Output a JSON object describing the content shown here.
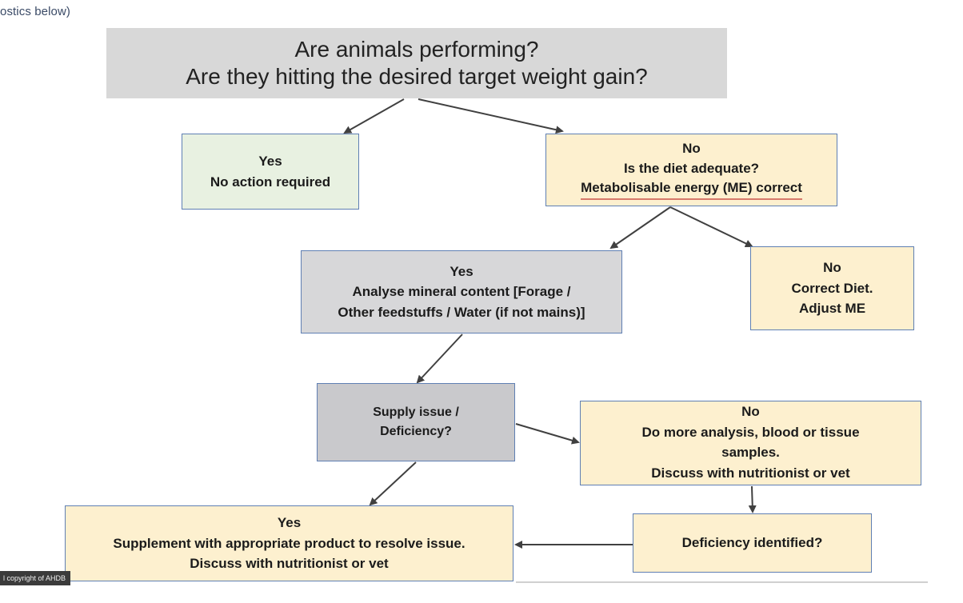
{
  "caption": {
    "text": "ostics below)"
  },
  "nodes": {
    "question": {
      "line1": "Are animals performing?",
      "line2": "Are they hitting the desired target weight gain?"
    },
    "no_action": {
      "line1": "Yes",
      "line2": "No action required"
    },
    "diet": {
      "line1": "No",
      "line2": "Is the diet adequate?",
      "line3": "Metabolisable energy (ME) correct"
    },
    "analyse": {
      "line1": "Yes",
      "line2": "Analyse mineral content [Forage /",
      "line3": "Other feedstuffs / Water (if not mains)]"
    },
    "correct_diet": {
      "line1": "No",
      "line2": "Correct Diet.",
      "line3": "Adjust ME"
    },
    "supply": {
      "line1": "Supply issue /",
      "line2": "Deficiency?"
    },
    "more_analysis": {
      "line1": "No",
      "line2": "Do more analysis, blood or tissue",
      "line3": "samples.",
      "line4": "Discuss with nutritionist or vet"
    },
    "supplement": {
      "line1": "Yes",
      "line2": "Supplement with appropriate product to resolve issue.",
      "line3": "Discuss with nutritionist or vet"
    },
    "deficiency_identified": {
      "line1": "Deficiency identified?"
    }
  },
  "footer": {
    "copyright": "l copyright of AHDB"
  },
  "colors": {
    "question_bg": "#d8d8d8",
    "yes_green": "#e8f1e1",
    "no_yellow": "#fdf0cf",
    "grey_box": "#d7d7d9",
    "border_blue": "#5f7fb3",
    "arrow": "#404040"
  }
}
